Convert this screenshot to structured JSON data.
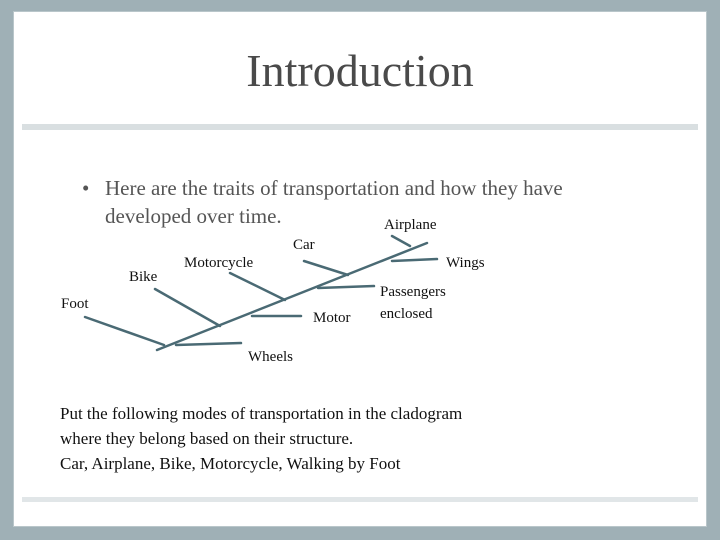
{
  "slide": {
    "title": "Introduction",
    "bullet": "Here are the traits of transportation and how they have developed over time."
  },
  "cladogram": {
    "taxa": {
      "foot": "Foot",
      "bike": "Bike",
      "motorcycle": "Motorcycle",
      "car": "Car",
      "airplane": "Airplane"
    },
    "traits": {
      "wheels": "Wheels",
      "motor": "Motor",
      "passengers_line1": "Passengers",
      "passengers_line2": "enclosed",
      "wings": "Wings"
    },
    "line_color": "#4a6a74"
  },
  "instructions": {
    "line1": "Put the following modes of transportation in the cladogram",
    "line2": "where they belong based on their structure.",
    "line3": "Car, Airplane, Bike, Motorcycle, Walking by Foot"
  }
}
